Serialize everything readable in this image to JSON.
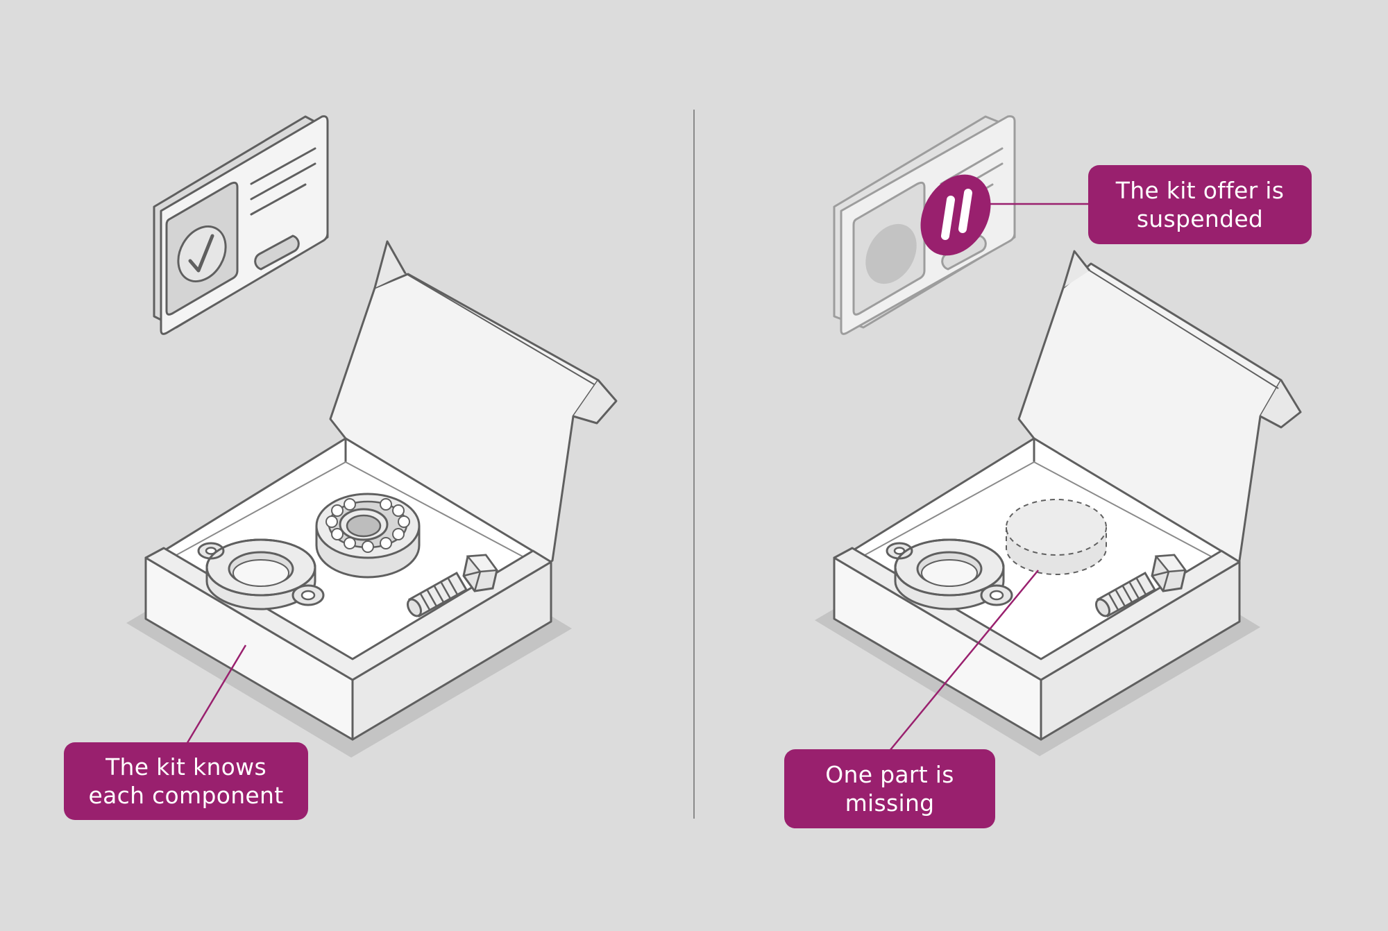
{
  "colors": {
    "background": "#dcdcdc",
    "accent": "#99206e",
    "line": "#5f5f5f",
    "box_fill": "#f3f3f3",
    "shadow": "#c4c4c4"
  },
  "left_panel": {
    "status_card": {
      "icon": "checkmark-icon",
      "state": "verified"
    },
    "kit_contents": [
      "flange",
      "ball-bearing",
      "hex-bolt"
    ],
    "callout": {
      "line1": "The kit knows",
      "line2": "each component"
    }
  },
  "right_panel": {
    "status_card": {
      "icon": "pause-icon",
      "state": "suspended"
    },
    "kit_contents": [
      "flange",
      "missing-part",
      "hex-bolt"
    ],
    "callout_top": {
      "line1": "The kit offer is",
      "line2": "suspended"
    },
    "callout_bottom": {
      "line1": "One part is",
      "line2": "missing"
    }
  }
}
